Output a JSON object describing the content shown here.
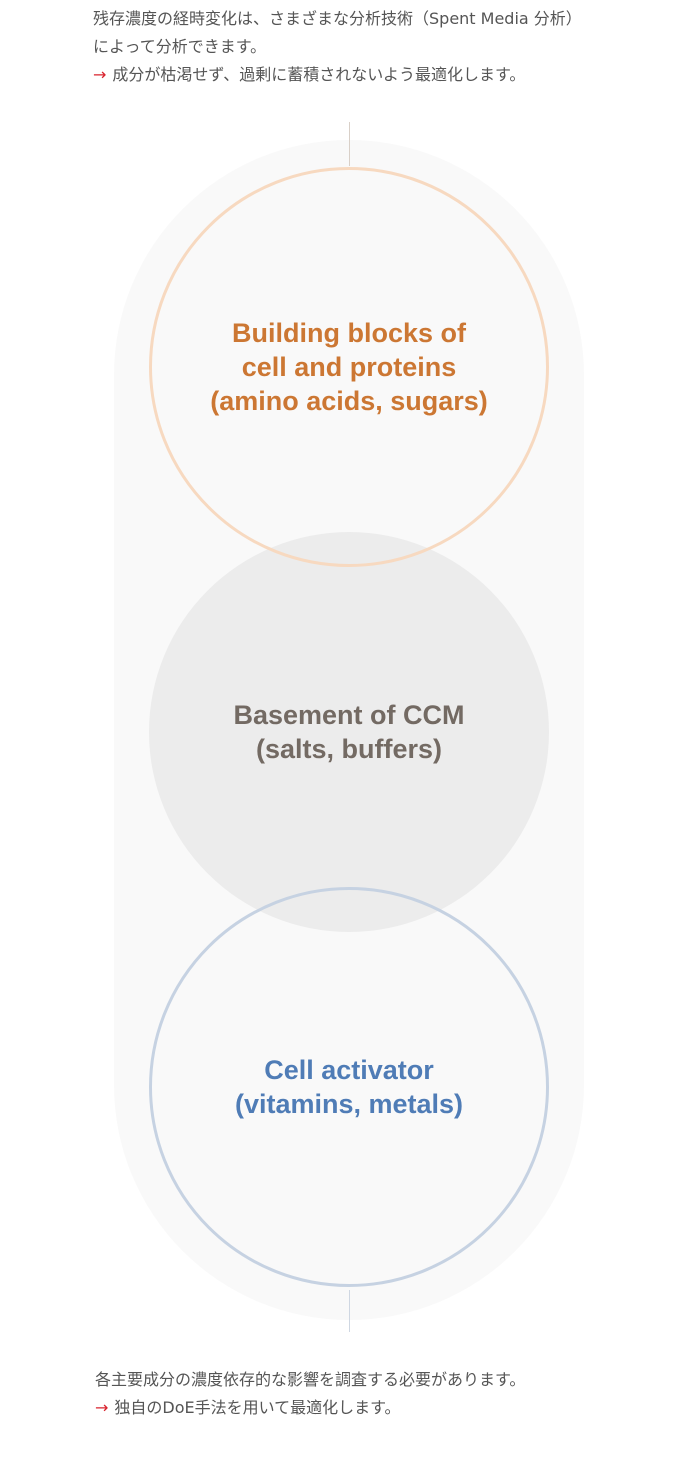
{
  "intro": {
    "line1": "残存濃度の経時変化は、さまざまな分析技術（Spent Media 分析）",
    "line2": "によって分析できます。",
    "arrow": "→",
    "line3": "成分が枯渇せず、過剰に蓄積されないよう最適化します。"
  },
  "circles": {
    "building": {
      "line1": "Building blocks of",
      "line2": "cell and proteins",
      "line3": "(amino acids, sugars)"
    },
    "basement": {
      "line1": "Basement of CCM",
      "line2": "(salts, buffers)"
    },
    "activator": {
      "line1": "Cell activator",
      "line2": "(vitamins, metals)"
    }
  },
  "outro": {
    "line1": "各主要成分の濃度依存的な影響を調査する必要があります。",
    "arrow": "→",
    "line2": "独自のDoE手法を用いて最適化します。"
  },
  "colors": {
    "building": "#cc7733",
    "building_ring": "#f7d9c0",
    "basement": "#736a63",
    "basement_fill": "#ececec",
    "activator": "#4f7cb6",
    "activator_ring": "#c6d2e2",
    "arrow": "#d9232e"
  }
}
